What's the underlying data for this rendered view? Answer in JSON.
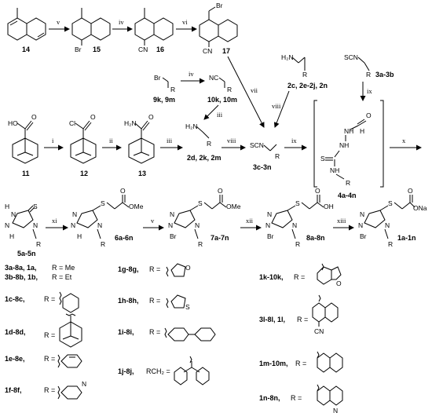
{
  "compounds": {
    "c14": "14",
    "c15": "15",
    "c16": "16",
    "c17": "17",
    "c11": "11",
    "c12": "12",
    "c13": "13",
    "c9": "9k, 9m",
    "c10": "10k, 10m",
    "c2d": "2d, 2k, 2m",
    "c2c": "2c, 2e-2j, 2n",
    "c3a": "3a-3b",
    "c3c": "3c-3n",
    "c4a": "4a-4n",
    "c5a": "5a-5n",
    "c6a": "6a-6n",
    "c7a": "7a-7n",
    "c8a": "8a-8n",
    "c1a": "1a-1n"
  },
  "steps": {
    "v1": "v",
    "iv1": "iv",
    "vi": "vi",
    "iv2": "iv",
    "iii1": "iii",
    "vii": "vii",
    "viii1": "viii",
    "ix1": "ix",
    "i": "i",
    "ii": "ii",
    "iii2": "iii",
    "viii2": "viii",
    "ix2": "ix",
    "x": "x",
    "xi": "xi",
    "v2": "v",
    "xii": "xii",
    "xiii": "xiii"
  },
  "atoms": {
    "Br": "Br",
    "CN": "CN",
    "NC": "NC",
    "H2N": "H₂N",
    "SCN": "SCN",
    "R": "R",
    "HO": "HO",
    "Cl": "Cl",
    "O": "O",
    "H": "H",
    "N": "N",
    "S": "S",
    "OMe": "OMe",
    "OH": "OH",
    "ONa": "ONa",
    "NH": "NH"
  },
  "legend": [
    {
      "ids": "3a-8a, 1a,",
      "r": "R = Me"
    },
    {
      "ids": "3b-8b, 1b,",
      "r": "R = Et"
    },
    {
      "ids": "1c-8c,",
      "r": "R ="
    },
    {
      "ids": "1d-8d,",
      "r": "R ="
    },
    {
      "ids": "1e-8e,",
      "r": "R ="
    },
    {
      "ids": "1f-8f,",
      "r": "R ="
    },
    {
      "ids": "1g-8g,",
      "r": "R ="
    },
    {
      "ids": "1h-8h,",
      "r": "R ="
    },
    {
      "ids": "1i-8i,",
      "r": "R ="
    },
    {
      "ids": "1j-8j,",
      "r": "RCH₂ ="
    },
    {
      "ids": "1k-10k,",
      "r": "R ="
    },
    {
      "ids": "3l-8l, 1l,",
      "r": "R ="
    },
    {
      "ids": "1m-10m,",
      "r": "R ="
    },
    {
      "ids": "1n-8n,",
      "r": "R ="
    }
  ]
}
